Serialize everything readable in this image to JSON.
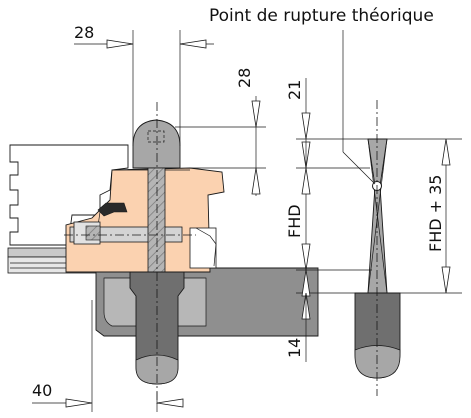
{
  "annotation": "Point de rupture théorique",
  "dimensions": {
    "top_left": "28",
    "top_right": "28",
    "upper_gap": "21",
    "fhd": "FHD",
    "fhd_plus": "FHD + 35",
    "lower_gap": "14",
    "bottom_width": "40"
  },
  "colors": {
    "frame": "#f7e6d4",
    "frame_edge": "#d7b798",
    "sash": "#fbd2b0",
    "metal": "#8f8f8f",
    "metal_light": "#b7b7b7",
    "metal_dark": "#6f6f6f",
    "knob": "#a7a7a7",
    "gasket": "#2a2a2a"
  }
}
